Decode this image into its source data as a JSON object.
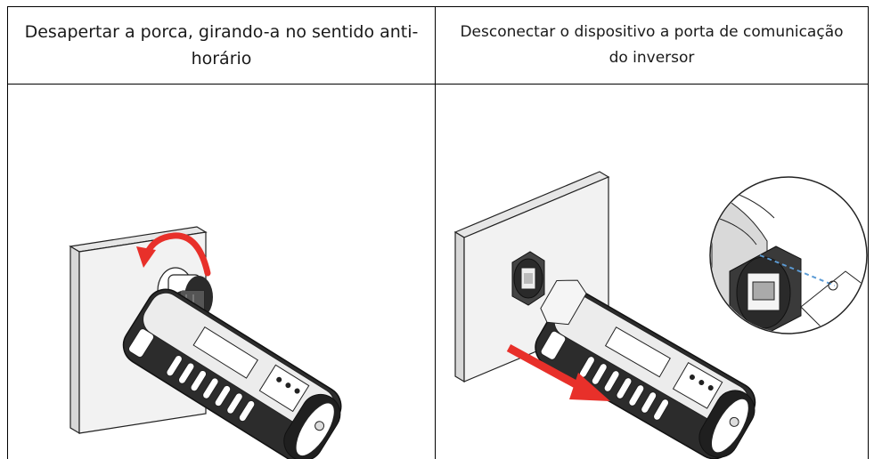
{
  "table": {
    "col1_text": "Desapertar a porca, girando-a no sentido anti-horário",
    "col2_text": "Desconectar o dispositivo a porta de comunicação do inversor"
  },
  "colors": {
    "arrow": "#e8302a",
    "outline": "#222222",
    "wall": "#f2f2f2",
    "dashed_line": "#5b9bd5"
  },
  "icons": {
    "left_image": "rotate-counterclockwise-arrow",
    "right_image": "pull-out-arrow"
  }
}
